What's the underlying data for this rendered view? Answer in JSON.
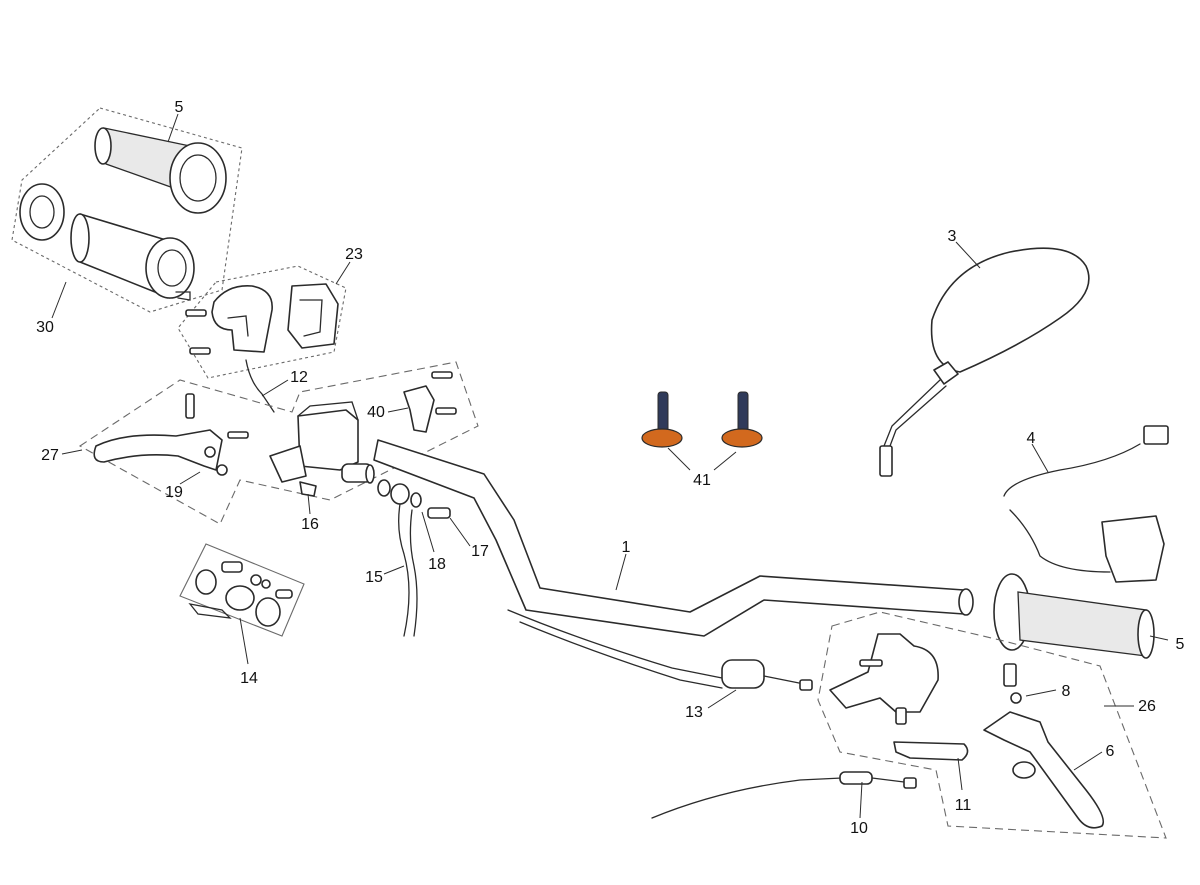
{
  "diagram": {
    "callouts": [
      {
        "id": "c5a",
        "text": "5"
      },
      {
        "id": "c30",
        "text": "30"
      },
      {
        "id": "c23",
        "text": "23"
      },
      {
        "id": "c12",
        "text": "12"
      },
      {
        "id": "c40",
        "text": "40"
      },
      {
        "id": "c27",
        "text": "27"
      },
      {
        "id": "c19",
        "text": "19"
      },
      {
        "id": "c16",
        "text": "16"
      },
      {
        "id": "c15",
        "text": "15"
      },
      {
        "id": "c18",
        "text": "18"
      },
      {
        "id": "c17",
        "text": "17"
      },
      {
        "id": "c14",
        "text": "14"
      },
      {
        "id": "c41",
        "text": "41"
      },
      {
        "id": "c3",
        "text": "3"
      },
      {
        "id": "c4",
        "text": "4"
      },
      {
        "id": "c1",
        "text": "1"
      },
      {
        "id": "c5b",
        "text": "5"
      },
      {
        "id": "c8",
        "text": "8"
      },
      {
        "id": "c26",
        "text": "26"
      },
      {
        "id": "c6",
        "text": "6"
      },
      {
        "id": "c13",
        "text": "13"
      },
      {
        "id": "c11",
        "text": "11"
      },
      {
        "id": "c10",
        "text": "10"
      }
    ],
    "colors": {
      "line": "#2b2b2b",
      "background": "#ffffff",
      "accent_orange": "#d2691e",
      "accent_navy": "#2f3a5a"
    }
  }
}
